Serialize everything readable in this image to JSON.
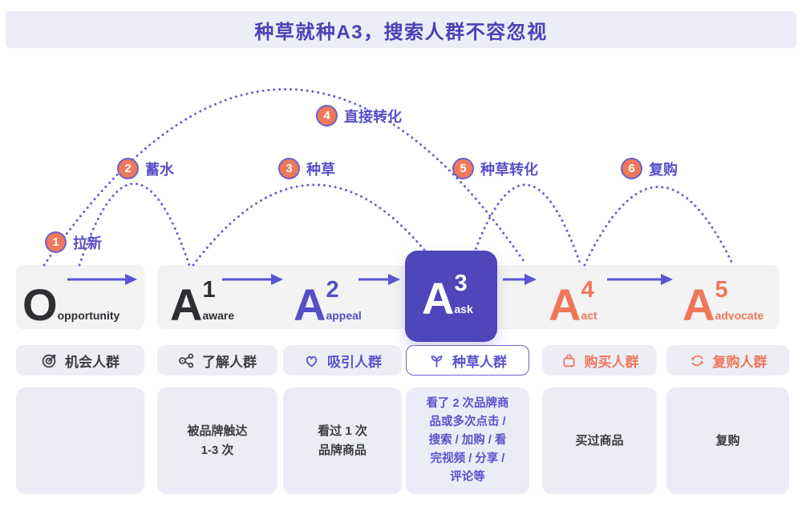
{
  "title": "种草就种A3，搜索人群不容忽视",
  "flow_steps": [
    {
      "num": "1",
      "label": "拉新"
    },
    {
      "num": "2",
      "label": "蓄水"
    },
    {
      "num": "3",
      "label": "种草"
    },
    {
      "num": "4",
      "label": "直接转化"
    },
    {
      "num": "5",
      "label": "种草转化"
    },
    {
      "num": "6",
      "label": "复购"
    }
  ],
  "stages": [
    {
      "letter": "O",
      "sup": "",
      "sub": "opportunity",
      "audience": "机会人群",
      "icon": "target-arrow-icon",
      "desc": ""
    },
    {
      "letter": "A",
      "sup": "1",
      "sub": "aware",
      "audience": "了解人群",
      "icon": "share-network-icon",
      "desc": "被品牌触达\n1-3 次"
    },
    {
      "letter": "A",
      "sup": "2",
      "sub": "appeal",
      "audience": "吸引人群",
      "icon": "heart-icon",
      "desc": "看过 1 次\n品牌商品"
    },
    {
      "letter": "A",
      "sup": "3",
      "sub": "ask",
      "audience": "种草人群",
      "icon": "sprout-icon",
      "desc": "看了 2 次品牌商\n品或多次点击 /\n搜索 / 加购 / 看\n完视频 / 分享 /\n评论等",
      "highlighted": true
    },
    {
      "letter": "A",
      "sup": "4",
      "sub": "act",
      "audience": "购买人群",
      "icon": "shopping-bag-icon",
      "desc": "买过商品"
    },
    {
      "letter": "A",
      "sup": "5",
      "sub": "advocate",
      "audience": "复购人群",
      "icon": "repeat-icon",
      "desc": "复购"
    }
  ],
  "colors": {
    "title": "#4a42b5",
    "purple": "#5b52cc",
    "orange": "#f0765a",
    "dark": "#2e2e33",
    "a3_box_fill": "#4e46ba",
    "badge_fill": "#f0785a",
    "badge_ring": "#6a63c8",
    "arc_dotted": "#6a63c8",
    "arrow": "#5b54d6"
  }
}
